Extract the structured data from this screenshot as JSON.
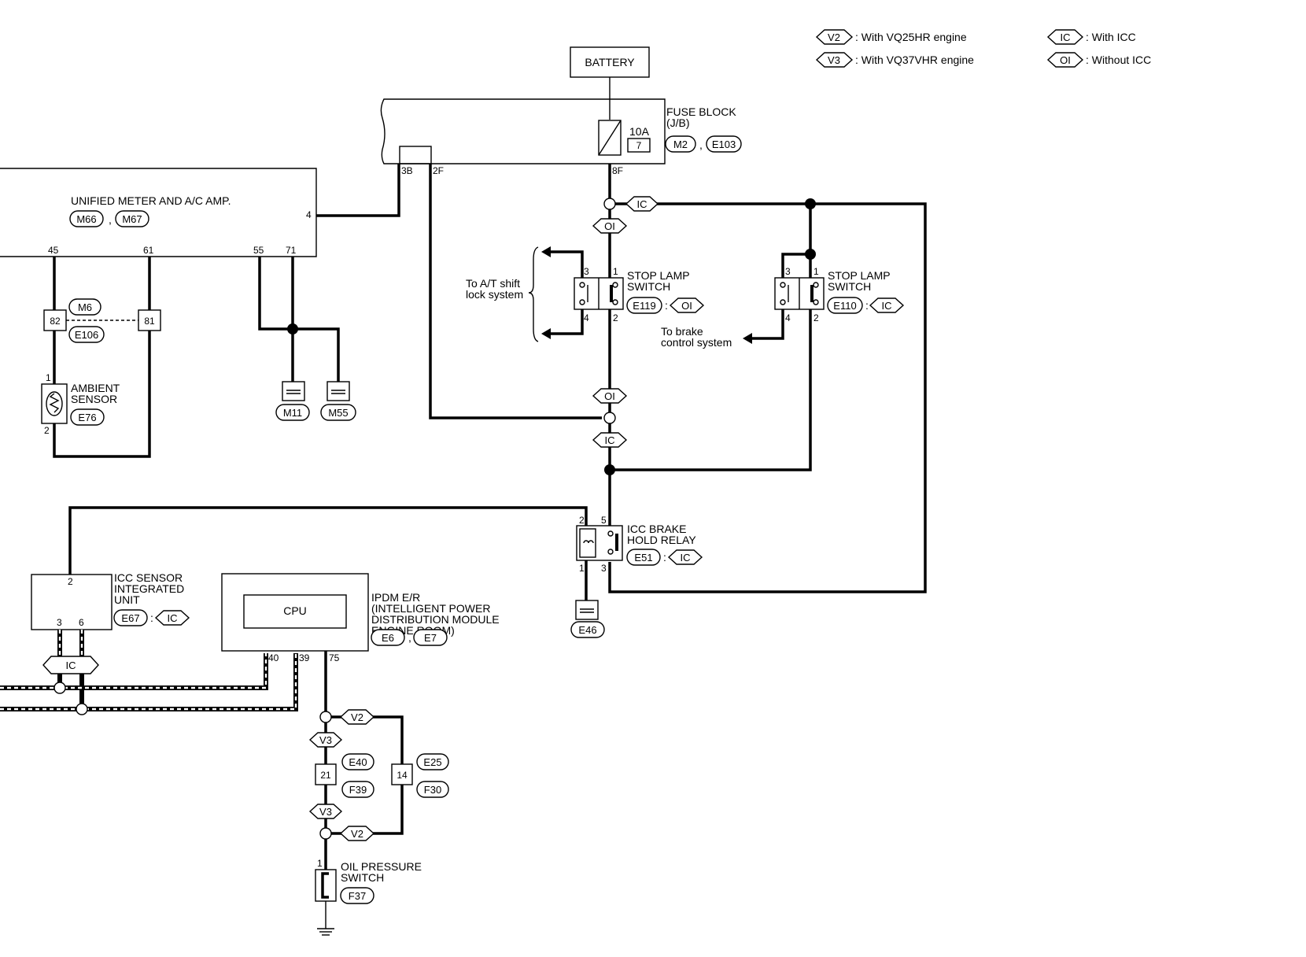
{
  "legend": {
    "v2": {
      "code": "V2",
      "text": ": With VQ25HR engine"
    },
    "v3": {
      "code": "V3",
      "text": ": With VQ37VHR engine"
    },
    "ic": {
      "code": "IC",
      "text": ": With ICC"
    },
    "oi": {
      "code": "OI",
      "text": ": Without ICC"
    }
  },
  "battery": {
    "label": "BATTERY"
  },
  "fuse_block": {
    "title": "FUSE BLOCK",
    "subtitle": "(J/B)",
    "fuse_rating": "10A",
    "fuse_number": "7",
    "connectors": [
      "M2",
      "E103"
    ],
    "pins": {
      "p3b": "3B",
      "p2f": "2F",
      "p8f": "8F"
    }
  },
  "meter_amp": {
    "title": "UNIFIED METER AND A/C AMP.",
    "connectors": [
      "M66",
      "M67"
    ],
    "pins": {
      "p4": "4",
      "p45": "45",
      "p61": "61",
      "p55": "55",
      "p71": "71"
    }
  },
  "joint_connector": {
    "pin_a": "82",
    "pin_b": "81",
    "connectors": [
      "M6",
      "E106"
    ]
  },
  "ambient_sensor": {
    "line1": "AMBIENT",
    "line2": "SENSOR",
    "connector": "E76",
    "pin1": "1",
    "pin2": "2"
  },
  "grounds": [
    "M11",
    "M55",
    "E46"
  ],
  "stop_lamp_oi": {
    "line1": "STOP LAMP",
    "line2": "SWITCH",
    "connector": "E119",
    "tag": "OI",
    "pins": [
      "3",
      "1",
      "4",
      "2"
    ]
  },
  "stop_lamp_ic": {
    "line1": "STOP LAMP",
    "line2": "SWITCH",
    "connector": "E110",
    "tag": "IC",
    "pins": [
      "3",
      "1",
      "4",
      "2"
    ]
  },
  "at_shift_note": {
    "line1": "To A/T shift",
    "line2": "lock system"
  },
  "brake_note": {
    "line1": "To brake",
    "line2": "control system"
  },
  "icc_relay": {
    "line1": "ICC BRAKE",
    "line2": "HOLD RELAY",
    "connector": "E51",
    "tag": "IC",
    "pins": [
      "2",
      "5",
      "1",
      "3"
    ]
  },
  "icc_sensor": {
    "line1": "ICC SENSOR",
    "line2": "INTEGRATED",
    "line3": "UNIT",
    "connector": "E67",
    "tag": "IC",
    "pins": [
      "2",
      "3",
      "6"
    ]
  },
  "ipdm": {
    "cpu": "CPU",
    "line1": "IPDM E/R",
    "line2": "(INTELLIGENT POWER",
    "line3": "DISTRIBUTION MODULE",
    "line4": "ENGINE ROOM)",
    "connectors": [
      "E6",
      "E7"
    ],
    "pins": [
      "40",
      "39",
      "75"
    ]
  },
  "harness": {
    "pin_21": "21",
    "pin_14": "14",
    "conn_e40": "E40",
    "conn_f39": "F39",
    "conn_e25": "E25",
    "conn_f30": "F30"
  },
  "oil_pressure": {
    "line1": "OIL PRESSURE",
    "line2": "SWITCH",
    "connector": "F37",
    "pin1": "1"
  },
  "tags": {
    "ic": "IC",
    "oi": "OI",
    "v2": "V2",
    "v3": "V3"
  }
}
